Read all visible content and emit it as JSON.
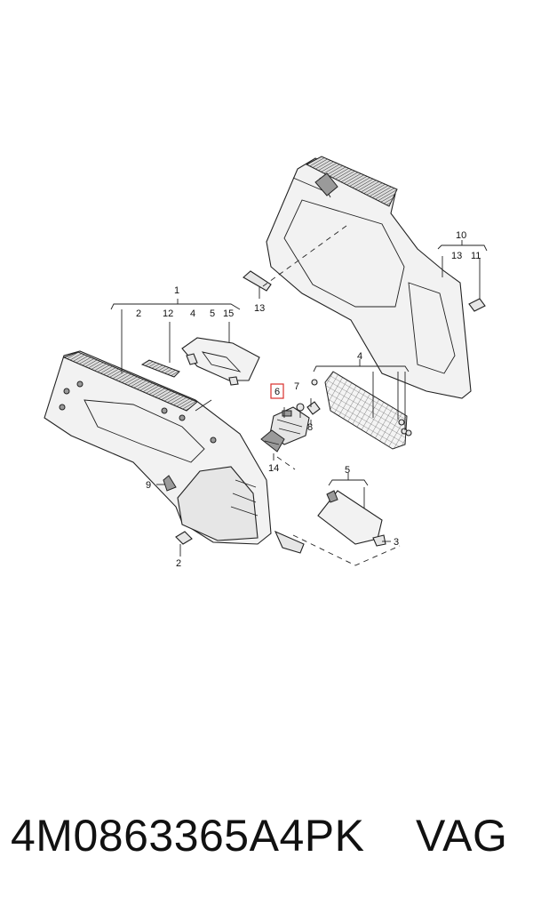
{
  "callouts": {
    "c1": "1",
    "c2a": "2",
    "c12": "12",
    "c4a": "4",
    "c5a": "5",
    "c15": "15",
    "c13a": "13",
    "c10": "10",
    "c13b": "13",
    "c11": "11",
    "c6": "6",
    "c7": "7",
    "c8": "8",
    "c14": "14",
    "c4b": "4",
    "c9": "9",
    "c2b": "2",
    "c5b": "5",
    "c3": "3"
  },
  "highlighted_callout": "6",
  "highlight_color": "#d9302c",
  "caption": {
    "part_number": "4M0863365A4PK",
    "brand": "VAG"
  }
}
